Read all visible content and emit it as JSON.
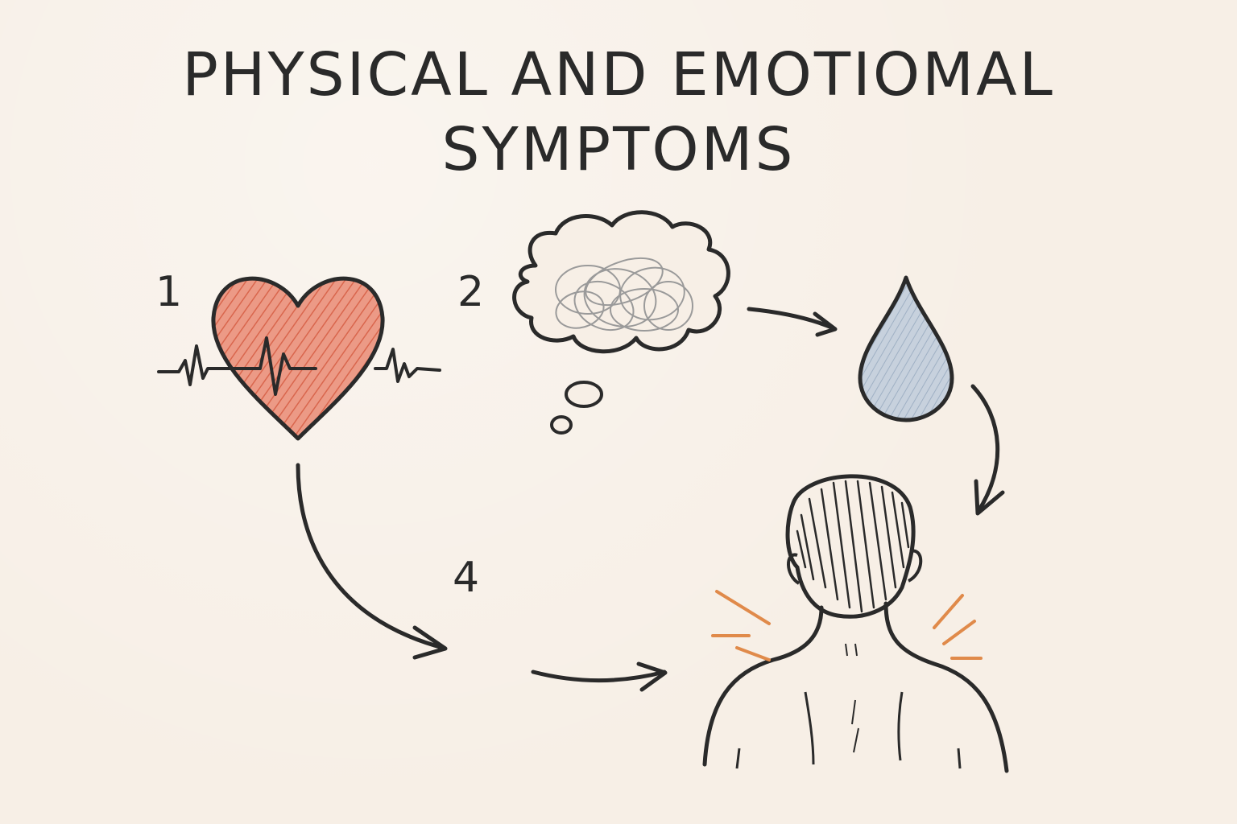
{
  "title": {
    "line1": "PHYSICAL AND EMOTIOMAL",
    "line2": "SYMPTOMS"
  },
  "steps": {
    "one": "1",
    "two": "2",
    "four": "4"
  },
  "colors": {
    "background": "#f7efe6",
    "ink": "#2a2a2a",
    "heart_fill": "#e8806a",
    "drop_fill": "#b9c6d6",
    "tension_marks": "#e08a4a",
    "cloud_scribble": "#9a9a9a"
  },
  "icons": [
    "heart-icon",
    "heartbeat-line",
    "thought-cloud-icon",
    "water-drop-icon",
    "person-back-icon"
  ]
}
